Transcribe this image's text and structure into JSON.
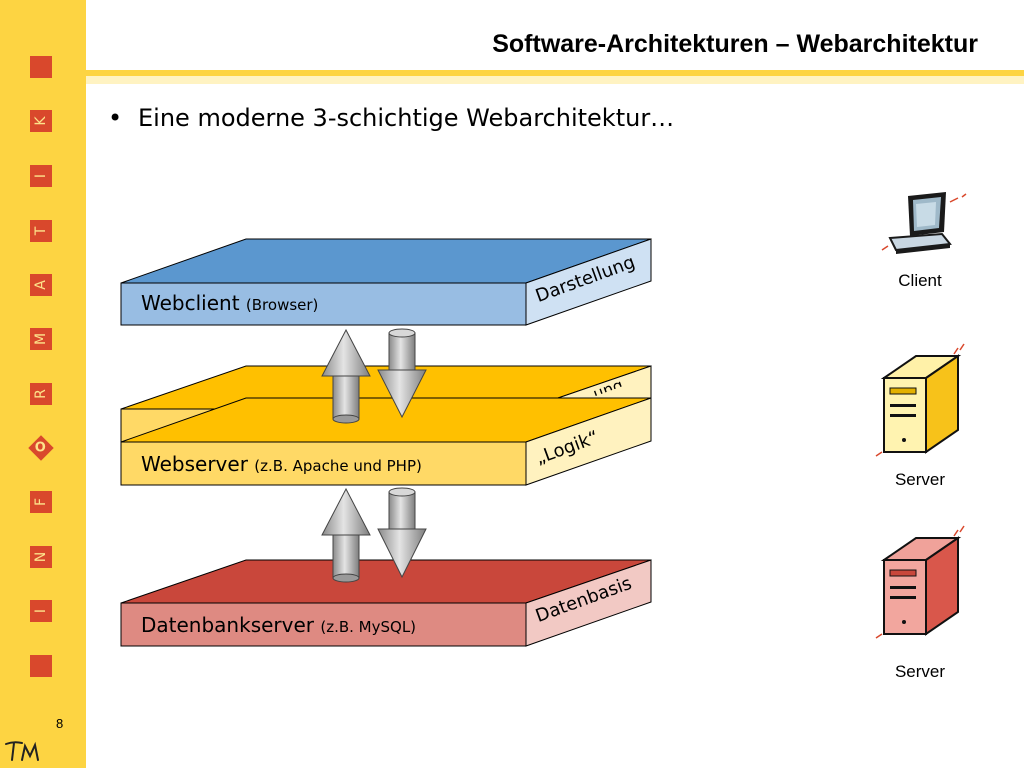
{
  "slide": {
    "title": "Software-Architekturen – Webarchitektur",
    "bullet": "Eine moderne 3-schichtige Webarchitektur…",
    "page_number": "8"
  },
  "sidebar": {
    "letters": [
      "K",
      "I",
      "T",
      "A",
      "M",
      "R",
      "O",
      "F",
      "N",
      "I"
    ],
    "logo": "TM",
    "colors": {
      "background": "#fdd442",
      "accent": "#d9482c"
    }
  },
  "diagram": {
    "layers": [
      {
        "name": "Webclient",
        "detail": "(Browser)",
        "side_label": "Darstellung",
        "color": "#5b9bd5"
      },
      {
        "name": "Webserver",
        "detail": "(z.B. Apache und PHP)",
        "side_label": "„Logik“",
        "color": "#ffc000"
      },
      {
        "name": "Datenbankserver",
        "detail": "(z.B. MySQL)",
        "side_label": "Datenbasis",
        "color": "#c9473b"
      }
    ],
    "hidden_layer_label": "…ung",
    "icons": [
      {
        "icon": "laptop-icon",
        "caption": "Client"
      },
      {
        "icon": "server-icon",
        "caption": "Server",
        "color": "#ffd54a"
      },
      {
        "icon": "server-icon",
        "caption": "Server",
        "color": "#e0665a"
      }
    ]
  }
}
